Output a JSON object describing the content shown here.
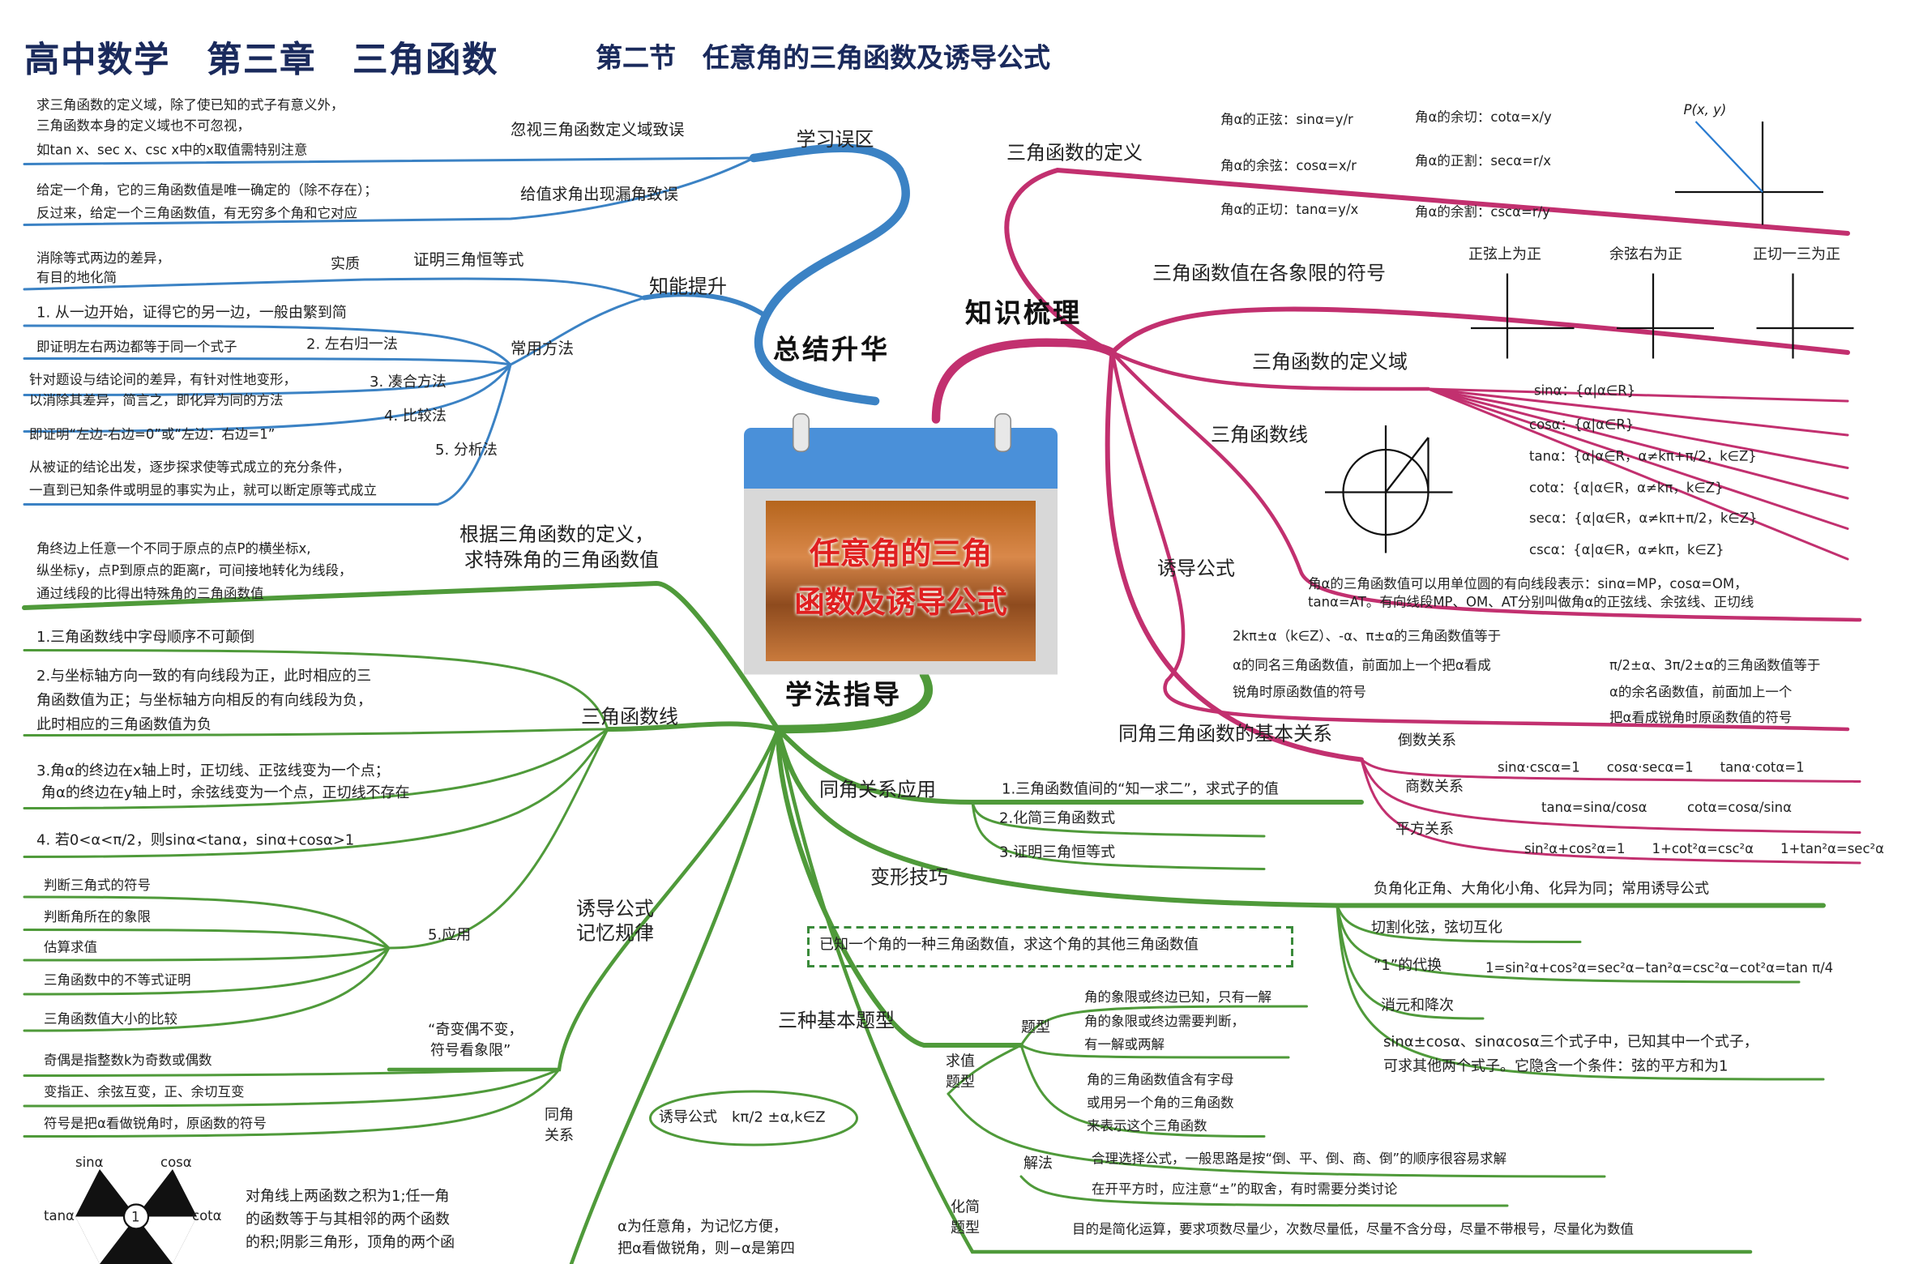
{
  "title": {
    "main": "高中数学　第三章　三角函数",
    "sub": "第二节　任意角的三角函数及诱导公式"
  },
  "center": {
    "line1": "任意角的三角",
    "line2": "函数及诱导公式"
  },
  "colors": {
    "blue": "#3b82c4",
    "magenta": "#c2306f",
    "green": "#4f9a3a",
    "title": "#1a2a5c"
  },
  "branches": {
    "summary": "总结升华",
    "knowledge": "知识梳理",
    "method": "学法指导"
  },
  "summary": {
    "errors_title": "学习误区",
    "err1_label": "忽视三角函数定义域致误",
    "err1_text1": "求三角函数的定义域，除了使已知的式子有意义外，",
    "err1_text2": "三角函数本身的定义域也不可忽视，",
    "err1_text3": "如tan x、sec x、csc x中的x取值需特别注意",
    "err2_label": "给值求角出现漏角致误",
    "err2_text1": "给定一个角，它的三角函数值是唯一确定的（除不存在）；",
    "err2_text2": "反过来，给定一个三角函数值，有无穷多个角和它对应",
    "ability_title": "知能提升",
    "prove_label": "证明三角恒等式",
    "essence": "实质",
    "essence_text1": "消除等式两边的差异，",
    "essence_text2": "有目的地化简",
    "methods_label": "常用方法",
    "m1": "1. 从一边开始，证得它的另一边，一般由繁到简",
    "m2": "2. 左右归一法",
    "m2_text": "即证明左右两边都等于同一个式子",
    "m3": "3. 凑合方法",
    "m3_text1": "针对题设与结论间的差异，有针对性地变形，",
    "m3_text2": "以消除其差异，简言之，即化异为同的方法",
    "m4": "4. 比较法",
    "m4_text": "即证明“左边-右边=0”或“左边：右边=1”",
    "m5": "5. 分析法",
    "m5_text1": "从被证的结论出发，逐步探求使等式成立的充分条件，",
    "m5_text2": "一直到已知条件或明显的事实为止，就可以断定原等式成立"
  },
  "knowledge": {
    "def_title": "三角函数的定义",
    "sin_def": "角α的正弦：sinα=y/r",
    "cos_def": "角α的余弦：cosα=x/r",
    "tan_def": "角α的正切：tanα=y/x",
    "cot_def": "角α的余切：cotα=x/y",
    "sec_def": "角α的正割：secα=r/x",
    "csc_def": "角α的余割：cscα=r/y",
    "point_label": "P(x, y)",
    "sign_title": "三角函数值在各象限的符号",
    "sign1": "正弦上为正",
    "sign2": "余弦右为正",
    "sign3": "正切一三为正",
    "domain_title": "三角函数的定义域",
    "domain_sin": "sinα：{α|α∈R}",
    "domain_cos": "cosα：{α|α∈R}",
    "domain_tan": "tanα：{α|α∈R，α≠kπ+π/2，k∈Z}",
    "domain_cot": "cotα：{α|α∈R，α≠kπ，k∈Z}",
    "domain_sec": "secα：{α|α∈R，α≠kπ+π/2，k∈Z}",
    "domain_csc": "cscα：{α|α∈R，α≠kπ，k∈Z}",
    "line_title": "三角函数线",
    "line_text1": "角α的三角函数值可以用单位圆的有向线段表示：sinα=MP，cosα=OM，",
    "line_text2": "tanα=AT。有向线段MP、OM、AT分别叫做角α的正弦线、余弦线、正切线",
    "ind_title": "诱导公式",
    "ind_text1": "2kπ±α（k∈Z）、-α、π±α的三角函数值等于",
    "ind_text2": "α的同名三角函数值，前面加上一个把α看成",
    "ind_text3": "锐角时原函数值的符号",
    "ind_text4": "π/2±α、3π/2±α的三角函数值等于",
    "ind_text5": "α的余名函数值，前面加上一个",
    "ind_text6": "把α看成锐角时原函数值的符号",
    "rel_title": "同角三角函数的基本关系",
    "rel_recip": "倒数关系",
    "rel_recip_f": "sinα·cscα=1　　cosα·secα=1　　tanα·cotα=1",
    "rel_quot": "商数关系",
    "rel_quot_f": "tanα=sinα/cosα　　　cotα=cosα/sinα",
    "rel_sq": "平方关系",
    "rel_sq_f": "sin²α+cos²α=1　　1+cot²α=csc²α　　1+tan²α=sec²α"
  },
  "method": {
    "special_title1": "根据三角函数的定义，",
    "special_title2": "求特殊角的三角函数值",
    "special_text1": "角终边上任意一个不同于原点的点P的横坐标x,",
    "special_text2": "纵坐标y，点P到原点的距离r，可间接地转化为线段，",
    "special_text3": "通过线段的比得出特殊角的三角函数值",
    "line_title": "三角函数线",
    "l1": "1.三角函数线中字母顺序不可颠倒",
    "l2a": "2.与坐标轴方向一致的有向线段为正，此时相应的三",
    "l2b": "角函数值为正；与坐标轴方向相反的有向线段为负，",
    "l2c": "此时相应的三角函数值为负",
    "l3a": "3.角α的终边在x轴上时，正切线、正弦线变为一个点；",
    "l3b": "角α的终边在y轴上时，余弦线变为一个点，正切线不存在",
    "l4": "4. 若0<α<π/2，则sinα<tanα，sinα+cosα>1",
    "l5": "5.应用",
    "app1": "判断三角式的符号",
    "app2": "判断角所在的象限",
    "app3": "估算求值",
    "app4": "三角函数中的不等式证明",
    "app5": "三角函数值大小的比较",
    "same_title": "同角关系应用",
    "s1": "1.三角函数值间的“知一求二”，求式子的值",
    "s2": "2.化简三角函数式",
    "s3": "3.证明三角恒等式",
    "trans_title": "变形技巧",
    "t1": "负角化正角、大角化小角、化异为同；常用诱导公式",
    "t2": "切割化弦，弦切互化",
    "t3": "“1”的代换",
    "t3_f": "1=sin²α+cos²α=sec²α−tan²α=csc²α−cot²α=tan π/4",
    "t4": "消元和降次",
    "t5a": "sinα±cosα、sinαcosα三个式子中，已知其中一个式子，",
    "t5b": "可求其他两个式子。它隐含一个条件：弦的平方和为1",
    "memo_title1": "诱导公式",
    "memo_title2": "记忆规律",
    "rhyme1": "“奇变偶不变，",
    "rhyme2": "符号看象限”",
    "r1": "奇偶是指整数k为奇数或偶数",
    "r2": "变指正、余弦互变，正、余切互变",
    "r3": "符号是把α看做锐角时，原函数的符号",
    "formula": "诱导公式　kπ/2 ±α,k∈Z",
    "same_rel1": "同角",
    "same_rel2": "关系",
    "hex_sin": "sinα",
    "hex_cos": "cosα",
    "hex_tan": "tanα",
    "hex_cot": "cotα",
    "hex_center": "1",
    "hex_text1": "对角线上两函数之积为1;任一角",
    "hex_text2": "的函数等于与其相邻的两个函数",
    "hex_text3": "的积;阴影三角形，顶角的两个函",
    "acute_text1": "α为任意角，为记忆方便，",
    "acute_text2": "把α看做锐角，则−α是第四",
    "basic_title": "三种基本题型",
    "dashed": "已知一个角的一种三角函数值，求这个角的其他三角函数值",
    "q_title": "题型",
    "q1": "角的象限或终边已知，只有一解",
    "q2a": "角的象限或终边需要判断，",
    "q2b": "有一解或两解",
    "q3a": "角的三角函数值含有字母",
    "q3b": "或用另一个角的三角函数",
    "q3c": "来表示这个三角函数",
    "find_title1": "求值",
    "find_title2": "题型",
    "sol_title": "解法",
    "sol1": "合理选择公式，一般思路是按“倒、平、倒、商、倒”的顺序很容易求解",
    "sol2": "在开平方时，应注意“±”的取舍，有时需要分类讨论",
    "simp_title1": "化简",
    "simp_title2": "题型",
    "simp_text": "目的是简化运算，要求项数尽量少，次数尽量低，尽量不含分母，尽量不带根号，尽量化为数值"
  }
}
